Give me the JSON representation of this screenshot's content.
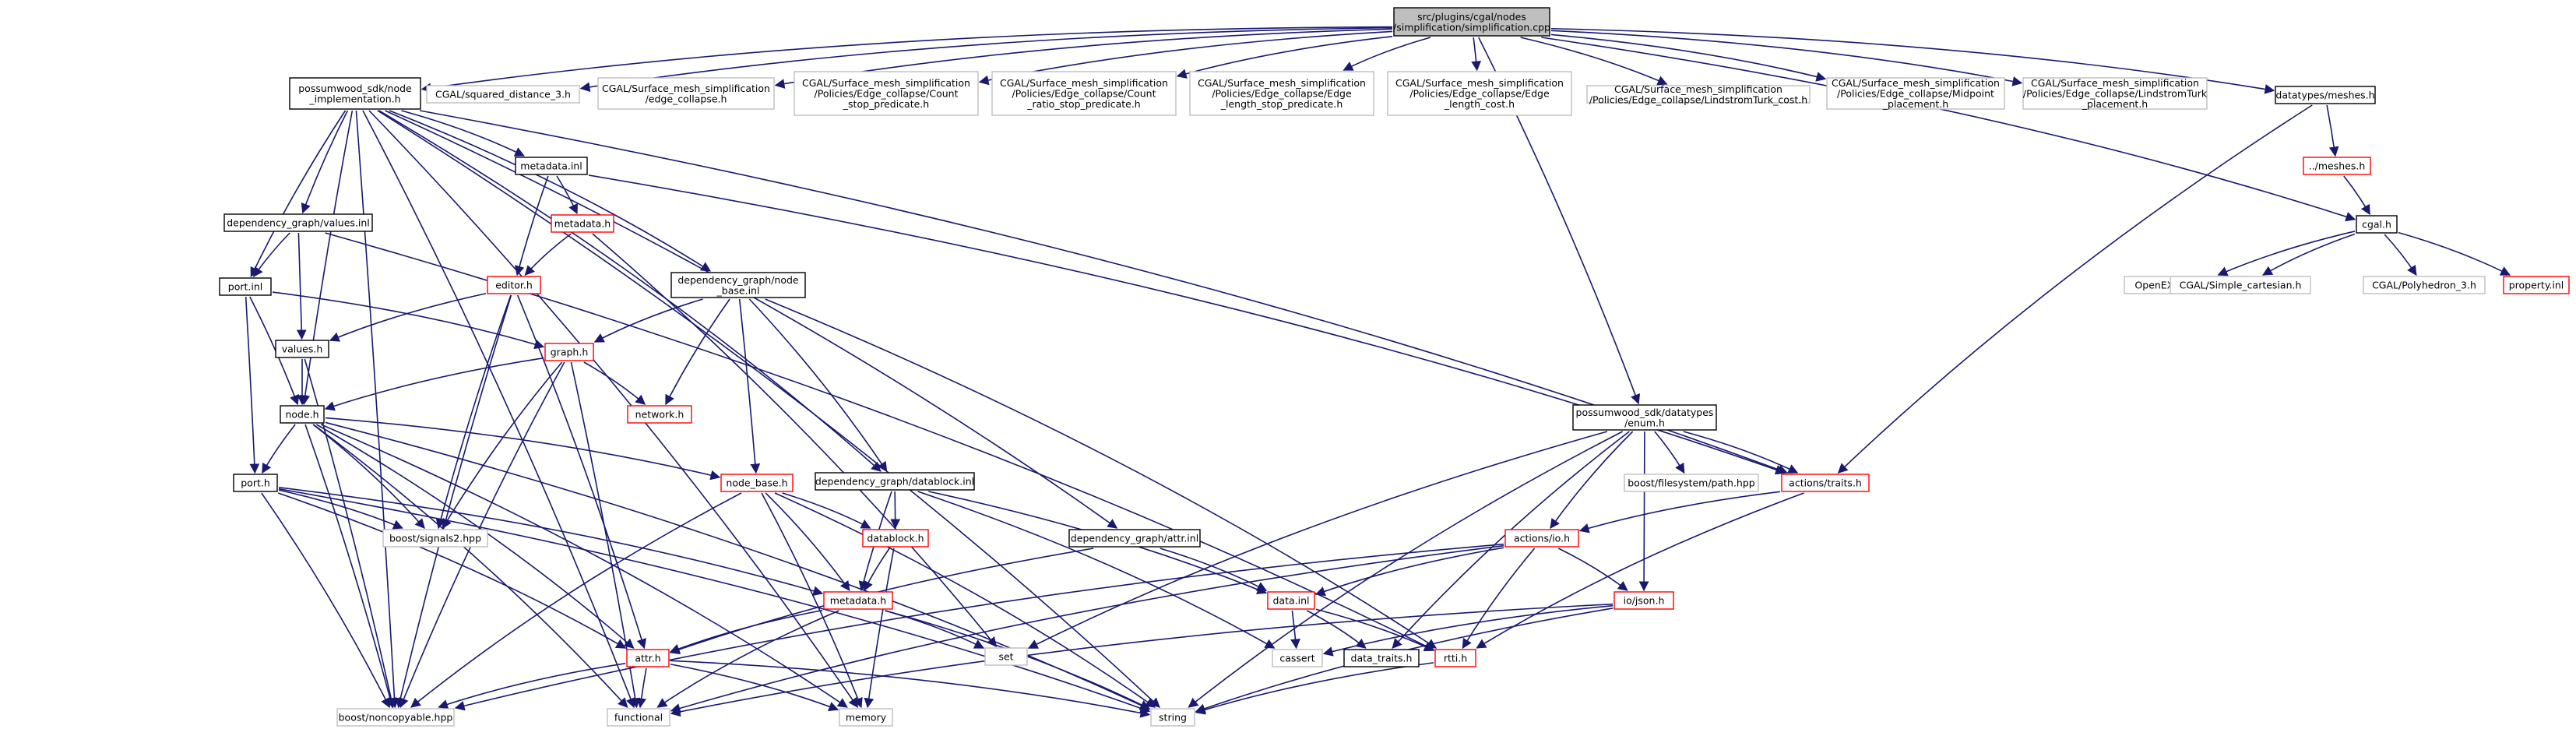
{
  "colors": {
    "edge": "#191970",
    "edge_system": "#c0c0c0",
    "border_ok": "#000000",
    "border_missing": "#ff0000",
    "border_system": "#bfbfbf",
    "fill_root": "#bfbfbf",
    "fill_default": "#ffffff"
  },
  "nodes": [
    {
      "id": "root",
      "kind": "root",
      "lines": [
        "src/plugins/cgal/nodes",
        "/simplification/simplification.cpp"
      ]
    },
    {
      "id": "node_impl",
      "kind": "ok",
      "lines": [
        "possumwood_sdk/node",
        "_implementation.h"
      ]
    },
    {
      "id": "sqdist",
      "kind": "system",
      "lines": [
        "CGAL/squared_distance_3.h"
      ]
    },
    {
      "id": "edgecollapse",
      "kind": "system",
      "lines": [
        "CGAL/Surface_mesh_simplification",
        "/edge_collapse.h"
      ]
    },
    {
      "id": "countstop",
      "kind": "system",
      "lines": [
        "CGAL/Surface_mesh_simplification",
        "/Policies/Edge_collapse/Count",
        "_stop_predicate.h"
      ]
    },
    {
      "id": "countratio",
      "kind": "system",
      "lines": [
        "CGAL/Surface_mesh_simplification",
        "/Policies/Edge_collapse/Count",
        "_ratio_stop_predicate.h"
      ]
    },
    {
      "id": "edgelenstop",
      "kind": "system",
      "lines": [
        "CGAL/Surface_mesh_simplification",
        "/Policies/Edge_collapse/Edge",
        "_length_stop_predicate.h"
      ]
    },
    {
      "id": "edgelencost",
      "kind": "system",
      "lines": [
        "CGAL/Surface_mesh_simplification",
        "/Policies/Edge_collapse/Edge",
        "_length_cost.h"
      ]
    },
    {
      "id": "ltcost",
      "kind": "system",
      "lines": [
        "CGAL/Surface_mesh_simplification",
        "/Policies/Edge_collapse/LindstromTurk_cost.h"
      ]
    },
    {
      "id": "midpoint",
      "kind": "system",
      "lines": [
        "CGAL/Surface_mesh_simplification",
        "/Policies/Edge_collapse/Midpoint",
        "_placement.h"
      ]
    },
    {
      "id": "ltplace",
      "kind": "system",
      "lines": [
        "CGAL/Surface_mesh_simplification",
        "/Policies/Edge_collapse/LindstromTurk",
        "_placement.h"
      ]
    },
    {
      "id": "meshes_dt",
      "kind": "ok",
      "lines": [
        "datatypes/meshes.h"
      ]
    },
    {
      "id": "meshes_rel",
      "kind": "missing",
      "lines": [
        "../meshes.h"
      ]
    },
    {
      "id": "cgal",
      "kind": "ok",
      "lines": [
        "cgal.h"
      ]
    },
    {
      "id": "imathvec",
      "kind": "system",
      "lines": [
        "OpenEXR/ImathVec.h"
      ]
    },
    {
      "id": "simplecart",
      "kind": "system",
      "lines": [
        "CGAL/Simple_cartesian.h"
      ]
    },
    {
      "id": "polyhedron",
      "kind": "system",
      "lines": [
        "CGAL/Polyhedron_3.h"
      ]
    },
    {
      "id": "property",
      "kind": "missing",
      "lines": [
        "property.inl"
      ]
    },
    {
      "id": "metadata_inl",
      "kind": "ok",
      "lines": [
        "metadata.inl"
      ]
    },
    {
      "id": "metadata_h",
      "kind": "missing",
      "lines": [
        "metadata.h"
      ]
    },
    {
      "id": "editor",
      "kind": "missing",
      "lines": [
        "editor.h"
      ]
    },
    {
      "id": "values_inl",
      "kind": "ok",
      "lines": [
        "dependency_graph/values.inl"
      ]
    },
    {
      "id": "port_inl",
      "kind": "ok",
      "lines": [
        "port.inl"
      ]
    },
    {
      "id": "values_h",
      "kind": "ok",
      "lines": [
        "values.h"
      ]
    },
    {
      "id": "nodebase_inl",
      "kind": "ok",
      "lines": [
        "dependency_graph/node",
        "_base.inl"
      ]
    },
    {
      "id": "graph",
      "kind": "missing",
      "lines": [
        "graph.h"
      ]
    },
    {
      "id": "network",
      "kind": "missing",
      "lines": [
        "network.h"
      ]
    },
    {
      "id": "node",
      "kind": "ok",
      "lines": [
        "node.h"
      ]
    },
    {
      "id": "port_h",
      "kind": "ok",
      "lines": [
        "port.h"
      ]
    },
    {
      "id": "signals2",
      "kind": "system",
      "lines": [
        "boost/signals2.hpp"
      ]
    },
    {
      "id": "nodebase_h",
      "kind": "missing",
      "lines": [
        "node_base.h"
      ]
    },
    {
      "id": "datablock_inl",
      "kind": "ok",
      "lines": [
        "dependency_graph/datablock.inl"
      ]
    },
    {
      "id": "datablock_h",
      "kind": "missing",
      "lines": [
        "datablock.h"
      ]
    },
    {
      "id": "metadata2",
      "kind": "missing",
      "lines": [
        "metadata.h"
      ]
    },
    {
      "id": "attr_inl",
      "kind": "ok",
      "lines": [
        "dependency_graph/attr.inl"
      ]
    },
    {
      "id": "enum",
      "kind": "ok",
      "lines": [
        "possumwood_sdk/datatypes",
        "/enum.h"
      ]
    },
    {
      "id": "fspath",
      "kind": "system",
      "lines": [
        "boost/filesystem/path.hpp"
      ]
    },
    {
      "id": "traits",
      "kind": "missing",
      "lines": [
        "actions/traits.h"
      ]
    },
    {
      "id": "io",
      "kind": "missing",
      "lines": [
        "actions/io.h"
      ]
    },
    {
      "id": "data_inl",
      "kind": "missing",
      "lines": [
        "data.inl"
      ]
    },
    {
      "id": "json",
      "kind": "missing",
      "lines": [
        "io/json.h"
      ]
    },
    {
      "id": "attr_h",
      "kind": "missing",
      "lines": [
        "attr.h"
      ]
    },
    {
      "id": "set",
      "kind": "system",
      "lines": [
        "set"
      ]
    },
    {
      "id": "cassert",
      "kind": "system",
      "lines": [
        "cassert"
      ]
    },
    {
      "id": "datatraits",
      "kind": "ok",
      "lines": [
        "data_traits.h"
      ]
    },
    {
      "id": "rtti",
      "kind": "missing",
      "lines": [
        "rtti.h"
      ]
    },
    {
      "id": "noncopyable",
      "kind": "system",
      "lines": [
        "boost/noncopyable.hpp"
      ]
    },
    {
      "id": "functional",
      "kind": "system",
      "lines": [
        "functional"
      ]
    },
    {
      "id": "memory",
      "kind": "system",
      "lines": [
        "memory"
      ]
    },
    {
      "id": "string",
      "kind": "system",
      "lines": [
        "string"
      ]
    }
  ],
  "edges": [
    [
      "root",
      "node_impl"
    ],
    [
      "root",
      "sqdist"
    ],
    [
      "root",
      "edgecollapse"
    ],
    [
      "root",
      "countstop"
    ],
    [
      "root",
      "countratio"
    ],
    [
      "root",
      "edgelenstop"
    ],
    [
      "root",
      "edgelencost"
    ],
    [
      "root",
      "ltcost"
    ],
    [
      "root",
      "midpoint"
    ],
    [
      "root",
      "ltplace"
    ],
    [
      "root",
      "meshes_dt"
    ],
    [
      "root",
      "cgal"
    ],
    [
      "root",
      "enum"
    ],
    [
      "meshes_dt",
      "meshes_rel"
    ],
    [
      "meshes_dt",
      "traits"
    ],
    [
      "meshes_rel",
      "cgal"
    ],
    [
      "cgal",
      "imathvec"
    ],
    [
      "cgal",
      "simplecart"
    ],
    [
      "cgal",
      "polyhedron"
    ],
    [
      "cgal",
      "property"
    ],
    [
      "node_impl",
      "metadata_inl"
    ],
    [
      "node_impl",
      "values_inl"
    ],
    [
      "node_impl",
      "port_inl"
    ],
    [
      "node_impl",
      "node"
    ],
    [
      "node_impl",
      "nodebase_inl"
    ],
    [
      "node_impl",
      "datablock_inl"
    ],
    [
      "node_impl",
      "attr_inl"
    ],
    [
      "node_impl",
      "traits"
    ],
    [
      "node_impl",
      "noncopyable"
    ],
    [
      "node_impl",
      "functional"
    ],
    [
      "node_impl",
      "memory"
    ],
    [
      "node_impl",
      "string"
    ],
    [
      "metadata_inl",
      "metadata_h"
    ],
    [
      "metadata_inl",
      "editor"
    ],
    [
      "metadata_inl",
      "traits"
    ],
    [
      "metadata_h",
      "editor"
    ],
    [
      "metadata_h",
      "set"
    ],
    [
      "editor",
      "values_h"
    ],
    [
      "editor",
      "signals2"
    ],
    [
      "editor",
      "noncopyable"
    ],
    [
      "editor",
      "attr_h"
    ],
    [
      "values_inl",
      "port_inl"
    ],
    [
      "values_inl",
      "values_h"
    ],
    [
      "values_inl",
      "rtti"
    ],
    [
      "port_inl",
      "graph"
    ],
    [
      "port_inl",
      "node"
    ],
    [
      "port_inl",
      "port_h"
    ],
    [
      "values_h",
      "node"
    ],
    [
      "values_h",
      "noncopyable"
    ],
    [
      "nodebase_inl",
      "graph"
    ],
    [
      "nodebase_inl",
      "network"
    ],
    [
      "nodebase_inl",
      "nodebase_h"
    ],
    [
      "nodebase_inl",
      "datablock_inl"
    ],
    [
      "nodebase_inl",
      "rtti"
    ],
    [
      "graph",
      "node"
    ],
    [
      "graph",
      "network"
    ],
    [
      "graph",
      "signals2"
    ],
    [
      "graph",
      "noncopyable"
    ],
    [
      "graph",
      "functional"
    ],
    [
      "node",
      "port_h"
    ],
    [
      "node",
      "signals2"
    ],
    [
      "node",
      "nodebase_h"
    ],
    [
      "node",
      "attr_h"
    ],
    [
      "node",
      "noncopyable"
    ],
    [
      "node",
      "functional"
    ],
    [
      "node",
      "memory"
    ],
    [
      "node",
      "string"
    ],
    [
      "port_h",
      "signals2"
    ],
    [
      "port_h",
      "metadata2"
    ],
    [
      "port_h",
      "attr_h"
    ],
    [
      "port_h",
      "noncopyable"
    ],
    [
      "port_h",
      "string"
    ],
    [
      "nodebase_h",
      "datablock_h"
    ],
    [
      "nodebase_h",
      "metadata2"
    ],
    [
      "nodebase_h",
      "noncopyable"
    ],
    [
      "nodebase_h",
      "memory"
    ],
    [
      "nodebase_h",
      "string"
    ],
    [
      "datablock_inl",
      "datablock_h"
    ],
    [
      "datablock_inl",
      "metadata2"
    ],
    [
      "datablock_inl",
      "data_inl"
    ],
    [
      "datablock_inl",
      "cassert"
    ],
    [
      "datablock_h",
      "metadata2"
    ],
    [
      "datablock_h",
      "memory"
    ],
    [
      "metadata2",
      "attr_h"
    ],
    [
      "metadata2",
      "set"
    ],
    [
      "metadata2",
      "functional"
    ],
    [
      "metadata2",
      "string"
    ],
    [
      "attr_inl",
      "attr_h"
    ],
    [
      "attr_inl",
      "data_inl"
    ],
    [
      "enum",
      "fspath"
    ],
    [
      "enum",
      "traits"
    ],
    [
      "enum",
      "io"
    ],
    [
      "enum",
      "json"
    ],
    [
      "enum",
      "set"
    ],
    [
      "enum",
      "datatraits"
    ],
    [
      "enum",
      "string"
    ],
    [
      "traits",
      "io"
    ],
    [
      "traits",
      "rtti"
    ],
    [
      "io",
      "data_inl"
    ],
    [
      "io",
      "json"
    ],
    [
      "io",
      "rtti"
    ],
    [
      "io",
      "noncopyable"
    ],
    [
      "io",
      "functional"
    ],
    [
      "data_inl",
      "cassert"
    ],
    [
      "data_inl",
      "datatraits"
    ],
    [
      "data_inl",
      "rtti"
    ],
    [
      "json",
      "cassert"
    ],
    [
      "json",
      "functional"
    ],
    [
      "json",
      "string"
    ],
    [
      "attr_h",
      "noncopyable"
    ],
    [
      "attr_h",
      "functional"
    ],
    [
      "attr_h",
      "memory"
    ],
    [
      "attr_h",
      "string"
    ],
    [
      "rtti",
      "string"
    ]
  ]
}
